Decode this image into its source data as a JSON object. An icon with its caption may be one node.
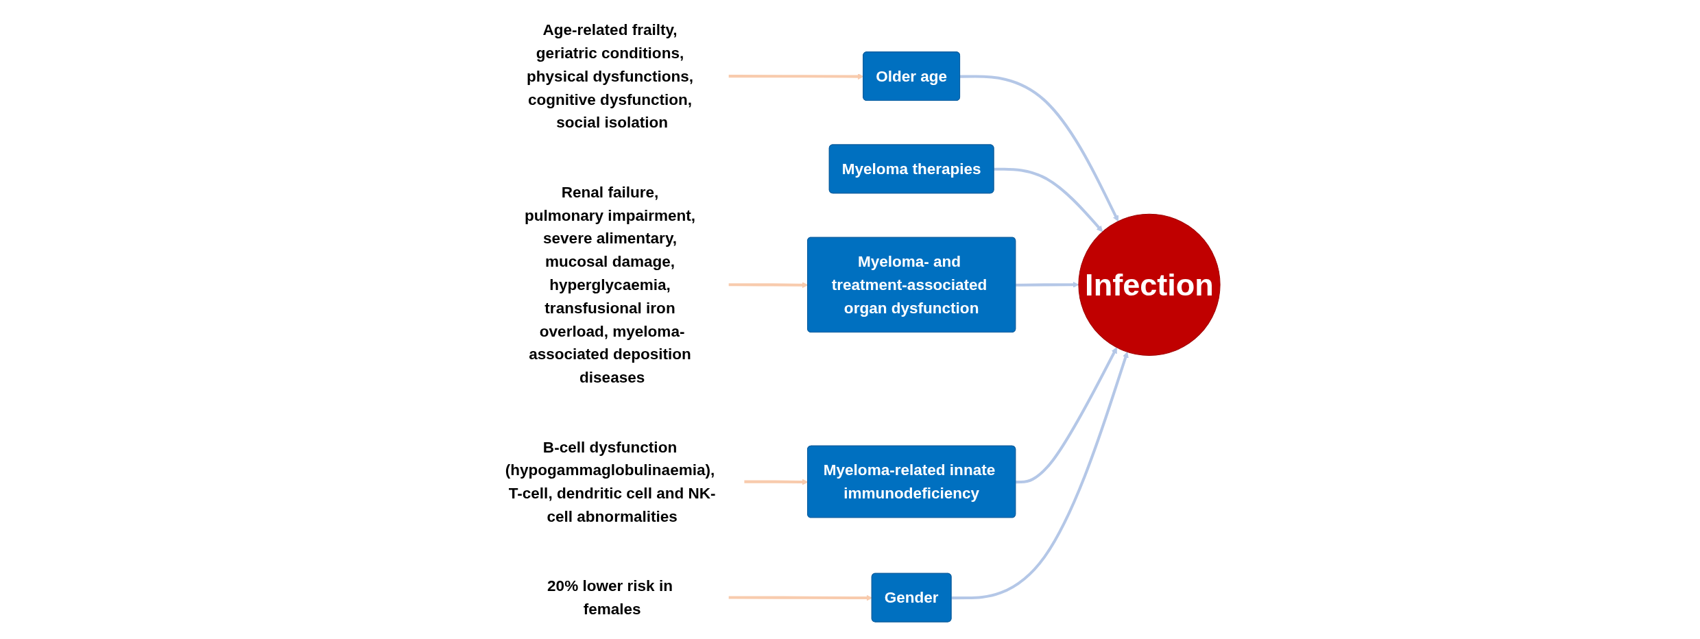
{
  "diagram": {
    "nodes": [
      {
        "text": [
          "Age-related frailty, geriatric conditions, physical dysfunctions, cognitive dysfunction, social isolation"
        ]
      },
      {
        "text": [
          "Older age"
        ]
      },
      {
        "text": [
          "Myeloma therapies"
        ]
      },
      {
        "text": [
          "Myeloma- and treatment-associated organ dysfunction"
        ]
      },
      {
        "text": [
          "Renal failure, pulmonary impairment, severe alimentary, mucosal damage, hyperglycaemia, transfusional iron overload, myeloma-associated deposition diseases"
        ]
      },
      {
        "text": [
          "B-cell dysfunction (hypogammaglobulinaemia), T-cell, dendritic cell and NK-cell abnormalities"
        ]
      },
      {
        "text": [
          "Myeloma-related innate immunodeficiency"
        ]
      },
      {
        "text": [
          "Infection"
        ]
      },
      {
        "text": [
          "Gender"
        ]
      },
      {
        "text": [
          "20% lower risk in females"
        ]
      }
    ],
    "edges": [
      {
        "from": 0,
        "to": 1,
        "arrow": "to",
        "color": "#f8cbad"
      },
      {
        "from": 4,
        "to": 3,
        "arrow": "to",
        "color": "#f8cbad"
      },
      {
        "from": 5,
        "to": 6,
        "arrow": "to",
        "color": "#f8cbad"
      },
      {
        "from": 9,
        "to": 8,
        "arrow": "to",
        "color": "#f8cbad"
      },
      {
        "from": 1,
        "to": 7,
        "arrow": "to"
      },
      {
        "from": 2,
        "to": 7,
        "arrow": "to"
      },
      {
        "from": 3,
        "to": 7,
        "arrow": "to"
      },
      {
        "from": 6,
        "to": 7,
        "arrow": "to"
      },
      {
        "from": 8,
        "to": 7,
        "arrow": "to"
      }
    ]
  }
}
